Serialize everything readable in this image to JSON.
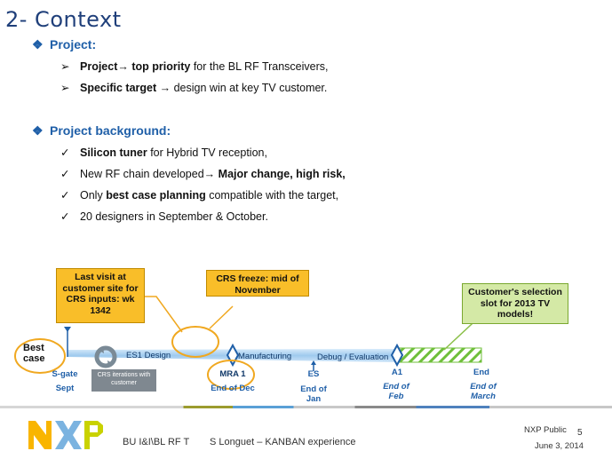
{
  "slide": {
    "title": "2- Context",
    "project_heading": "Project:",
    "project_bullets": [
      {
        "bold": "Project",
        "arrow": "→",
        "bold2": "top priority",
        "rest": "for the BL RF Transceivers,"
      },
      {
        "bold": "Specific target",
        "arrow": "→",
        "rest": "design win at key TV customer."
      }
    ],
    "background_heading": "Project background:",
    "background_bullets": [
      {
        "bold": "Silicon tuner",
        "rest": "for Hybrid TV reception,"
      },
      {
        "pre": "New RF chain developed",
        "arrow": "→",
        "bold": "Major change, high risk,"
      },
      {
        "pre": "Only",
        "bold": "best case planning",
        "rest": "compatible with the target,"
      },
      {
        "pre": "20 designers in September & October."
      }
    ]
  },
  "timeline": {
    "callout_last_visit": "Last visit at customer site for CRS inputs: wk 1342",
    "callout_crs_freeze": "CRS freeze: mid of November",
    "callout_selection": "Customer's selection slot for 2013 TV models!",
    "best_case": "Best case",
    "es1_design": "ES1 Design",
    "crs_iterations": "CRS iterations with customer",
    "manufacturing": "Manufacturing",
    "debug_eval": "Debug / Evaluation",
    "sgate": "S-gate",
    "sept": "Sept",
    "mra1": "MRA 1",
    "end_of_dec": "End of Dec",
    "es": "ES",
    "end_of_jan": "End of Jan",
    "a1": "A1",
    "end_of_feb": "End of Feb",
    "end": "End",
    "end_of_march": "End of March"
  },
  "footer": {
    "logo": "NXP",
    "dept": "BU I&I\\BL RF T",
    "author": "S Longuet – KANBAN experience",
    "classification": "NXP Public",
    "page": "5",
    "date": "June 3, 2014"
  },
  "colors": {
    "title": "#1f3f7a",
    "heading": "#1f5fa8",
    "callout_orange": "#f9be29",
    "callout_green": "#d4e9a6",
    "bar": "#a9d0f0"
  }
}
